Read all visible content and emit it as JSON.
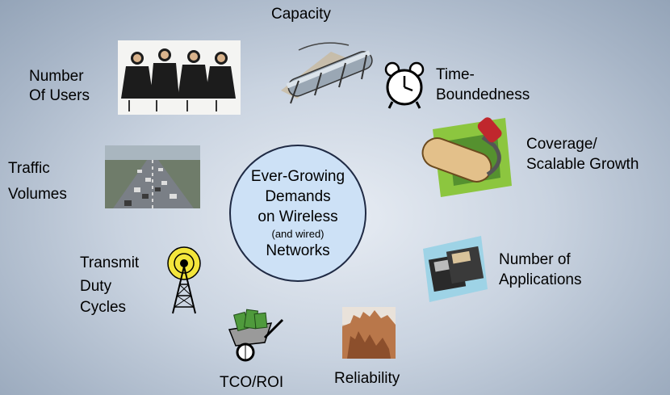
{
  "center": {
    "line1": "Ever-Growing",
    "line2": "Demands",
    "line3": "on Wireless",
    "line4": "(and wired)",
    "line5": "Networks"
  },
  "labels": {
    "capacity": "Capacity",
    "users_1": "Number",
    "users_2": "Of Users",
    "time_1": "Time-",
    "time_2": "Boundedness",
    "coverage_1": "Coverage/",
    "coverage_2": "Scalable Growth",
    "traffic_1": "Traffic",
    "traffic_2": "Volumes",
    "apps_1": "Number of",
    "apps_2": "Applications",
    "duty_1": "Transmit",
    "duty_2": "Duty",
    "duty_3": "Cycles",
    "tco": "TCO/ROI",
    "reliability": "Reliability"
  },
  "icons": [
    "business-meeting-photo",
    "pipeline-clipart",
    "alarm-clock-icon",
    "paint-roller-clipart",
    "highway-traffic-photo",
    "floppy-disks-clipart",
    "radio-tower-icon",
    "money-wheelbarrow-clipart",
    "canyon-cliffs-photo"
  ]
}
